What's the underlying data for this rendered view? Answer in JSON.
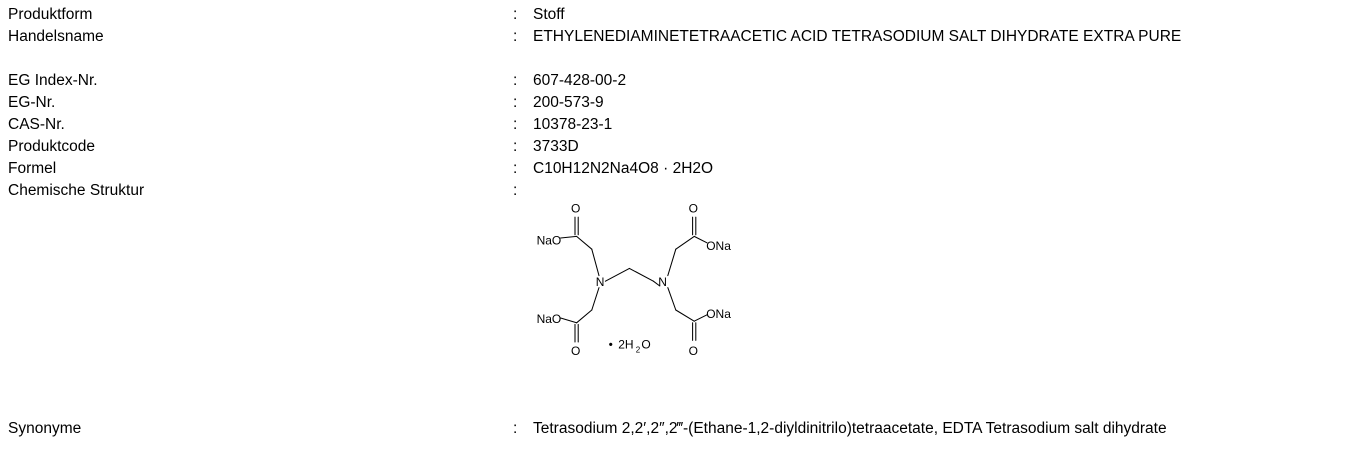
{
  "rows": [
    {
      "label": "Produktform",
      "colon": ":",
      "value": "Stoff"
    },
    {
      "label": "Handelsname",
      "colon": ":",
      "value": "ETHYLENEDIAMINETETRAACETIC ACID TETRASODIUM SALT DIHYDRATE EXTRA PURE"
    },
    {
      "label": "EG Index-Nr.",
      "colon": ":",
      "value": "607-428-00-2"
    },
    {
      "label": "EG-Nr.",
      "colon": ":",
      "value": "200-573-9"
    },
    {
      "label": "CAS-Nr.",
      "colon": ":",
      "value": "10378-23-1"
    },
    {
      "label": "Produktcode",
      "colon": ":",
      "value": "3733D"
    },
    {
      "label": "Formel",
      "colon": ":",
      "value": "C10H12N2Na4O8 · 2H2O"
    },
    {
      "label": "Chemische Struktur",
      "colon": ":"
    },
    {
      "label": "Synonyme",
      "colon": ":",
      "value": "Tetrasodium 2,2′,2″,2‴-(Ethane-1,2-diyldinitrilo)tetraacetate, EDTA Tetrasodium salt dihydrate"
    }
  ],
  "structure": {
    "o_top_left": "O",
    "o_top_right": "O",
    "o_bottom_left": "O",
    "o_bottom_right": "O",
    "nao_top_left": "NaO",
    "ona_top_right": "ONa",
    "nao_bottom_left": "NaO",
    "ona_bottom_right": "ONa",
    "n_left": "N",
    "n_right": "N",
    "hydrate_dot": "•",
    "hydrate_coef": "2H",
    "hydrate_sub": "2",
    "hydrate_o": "O"
  }
}
